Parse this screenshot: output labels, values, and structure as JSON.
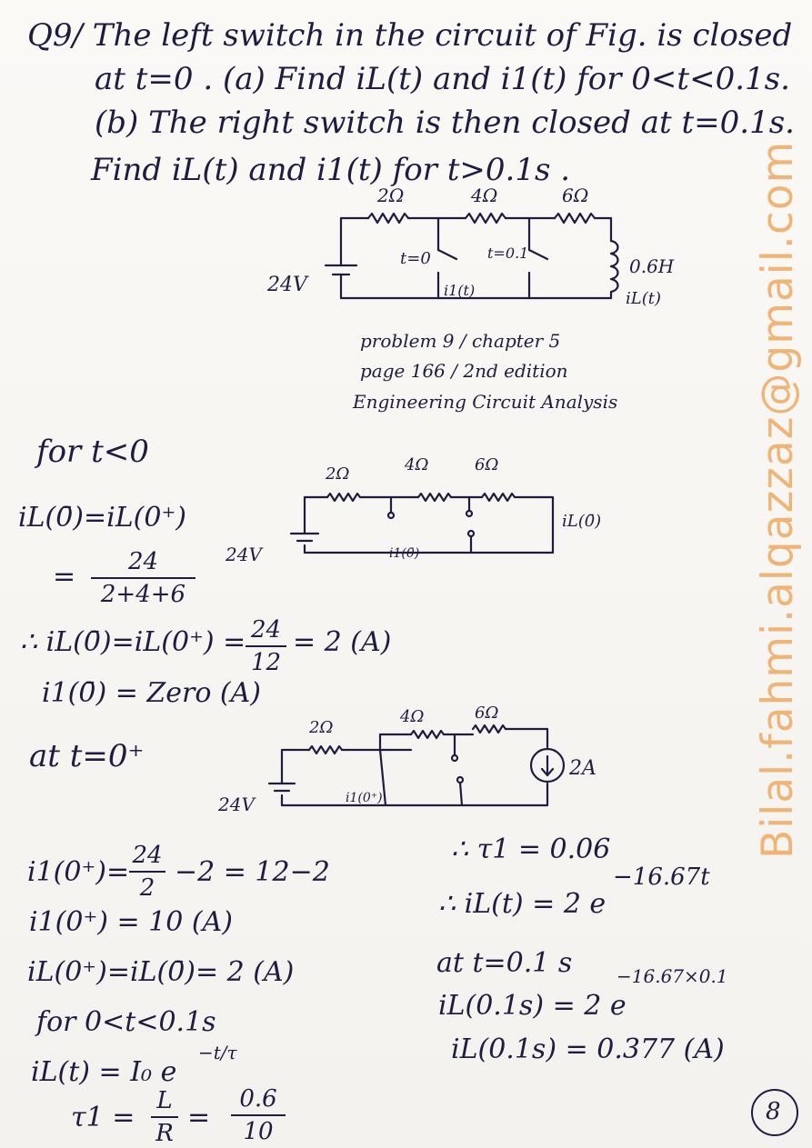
{
  "problem": {
    "line1": "Q9/ The left switch in the circuit of Fig. is closed",
    "line2": "at t=0 . (a) Find iL(t) and i1(t) for 0<t<0.1s.",
    "line3": "(b) The right switch is then closed at t=0.1s.",
    "line4": "Find iL(t) and i1(t) for t>0.1s ."
  },
  "circuit1": {
    "r1": "2Ω",
    "r2": "4Ω",
    "r3": "6Ω",
    "source": "24V",
    "switch_left": "t=0",
    "switch_right": "t=0.1",
    "inductor": "0.6H",
    "i1": "i1(t)",
    "iL": "iL(t)"
  },
  "reference": {
    "line1": "problem 9 / chapter 5",
    "line2": "page 166 / 2nd edition",
    "line3": "Engineering Circuit Analysis"
  },
  "section_before": {
    "heading": "for t<0",
    "eq1": "iL(0̄)=iL(0⁺)",
    "eq2_prefix": "=",
    "eq2_num": "24",
    "eq2_den": "2+4+6",
    "eq3_prefix": "∴ iL(0̄)=iL(0⁺) =",
    "eq3_num": "24",
    "eq3_den": "12",
    "eq3_suffix": "= 2 (A)",
    "eq4": "i1(0̄) = Zero (A)"
  },
  "circuit2": {
    "r1": "2Ω",
    "r2": "4Ω",
    "r3": "6Ω",
    "source": "24V",
    "i1": "i1(0̄)",
    "iL": "iL(0̄)"
  },
  "section_at": {
    "heading": "at t=0⁺"
  },
  "circuit3": {
    "r1": "2Ω",
    "r2": "4Ω",
    "r3": "6Ω",
    "source": "24V",
    "i1": "i1(0⁺)",
    "current_source": "2A"
  },
  "left_equations": {
    "eq1_prefix": "i1(0⁺)=",
    "eq1_num": "24",
    "eq1_den": "2",
    "eq1_suffix": "−2 = 12−2",
    "eq2": "i1(0⁺) = 10 (A)",
    "eq3": "iL(0⁺)=iL(0̄)= 2 (A)",
    "eq4": "for 0<t<0.1s",
    "eq5_prefix": "iL(t) = I₀ e",
    "eq5_exp": "−t/τ",
    "eq6_prefix": "τ1 =",
    "eq6_num1": "L",
    "eq6_den1": "R",
    "eq6_mid": "=",
    "eq6_num2": "0.6",
    "eq6_den2": "10"
  },
  "right_equations": {
    "eq1": "∴ τ1 = 0.06",
    "eq2_prefix": "∴ iL(t) = 2 e",
    "eq2_exp": "−16.67t",
    "eq3": "at t=0.1 s",
    "eq3_exp": "−16.67×0.1",
    "eq4": "iL(0.1s) = 2 e",
    "eq5": "iL(0.1s) = 0.377 (A)"
  },
  "watermark": "Bilal.fahmi.alqazzaz@gmail.com",
  "page_number": "8",
  "colors": {
    "ink": "#1f1c40",
    "watermark": "#f0b476",
    "paper": "#f7f5f1"
  }
}
